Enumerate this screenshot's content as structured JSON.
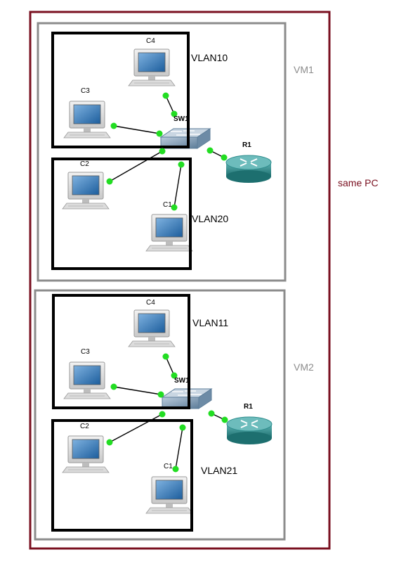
{
  "outer_label": "same PC",
  "vms": [
    {
      "label": "VM1",
      "switch_label": "SW1",
      "router_label": "R1",
      "vlans": [
        "VLAN10",
        "VLAN20"
      ],
      "hosts": [
        "C4",
        "C3",
        "C2",
        "C1"
      ]
    },
    {
      "label": "VM2",
      "switch_label": "SW1",
      "router_label": "R1",
      "vlans": [
        "VLAN11",
        "VLAN21"
      ],
      "hosts": [
        "C4",
        "C3",
        "C2",
        "C1"
      ]
    }
  ],
  "colors": {
    "outer_border": "#7a1020",
    "vm_border": "#8c8c8c",
    "vlan_border": "#000000",
    "link_dot": "#22dd22",
    "router": "#2e8d8d",
    "switch": "#7f9cb5"
  },
  "icons": {
    "pc": "desktop-computer-icon",
    "switch": "switch-icon",
    "router": "router-icon"
  }
}
